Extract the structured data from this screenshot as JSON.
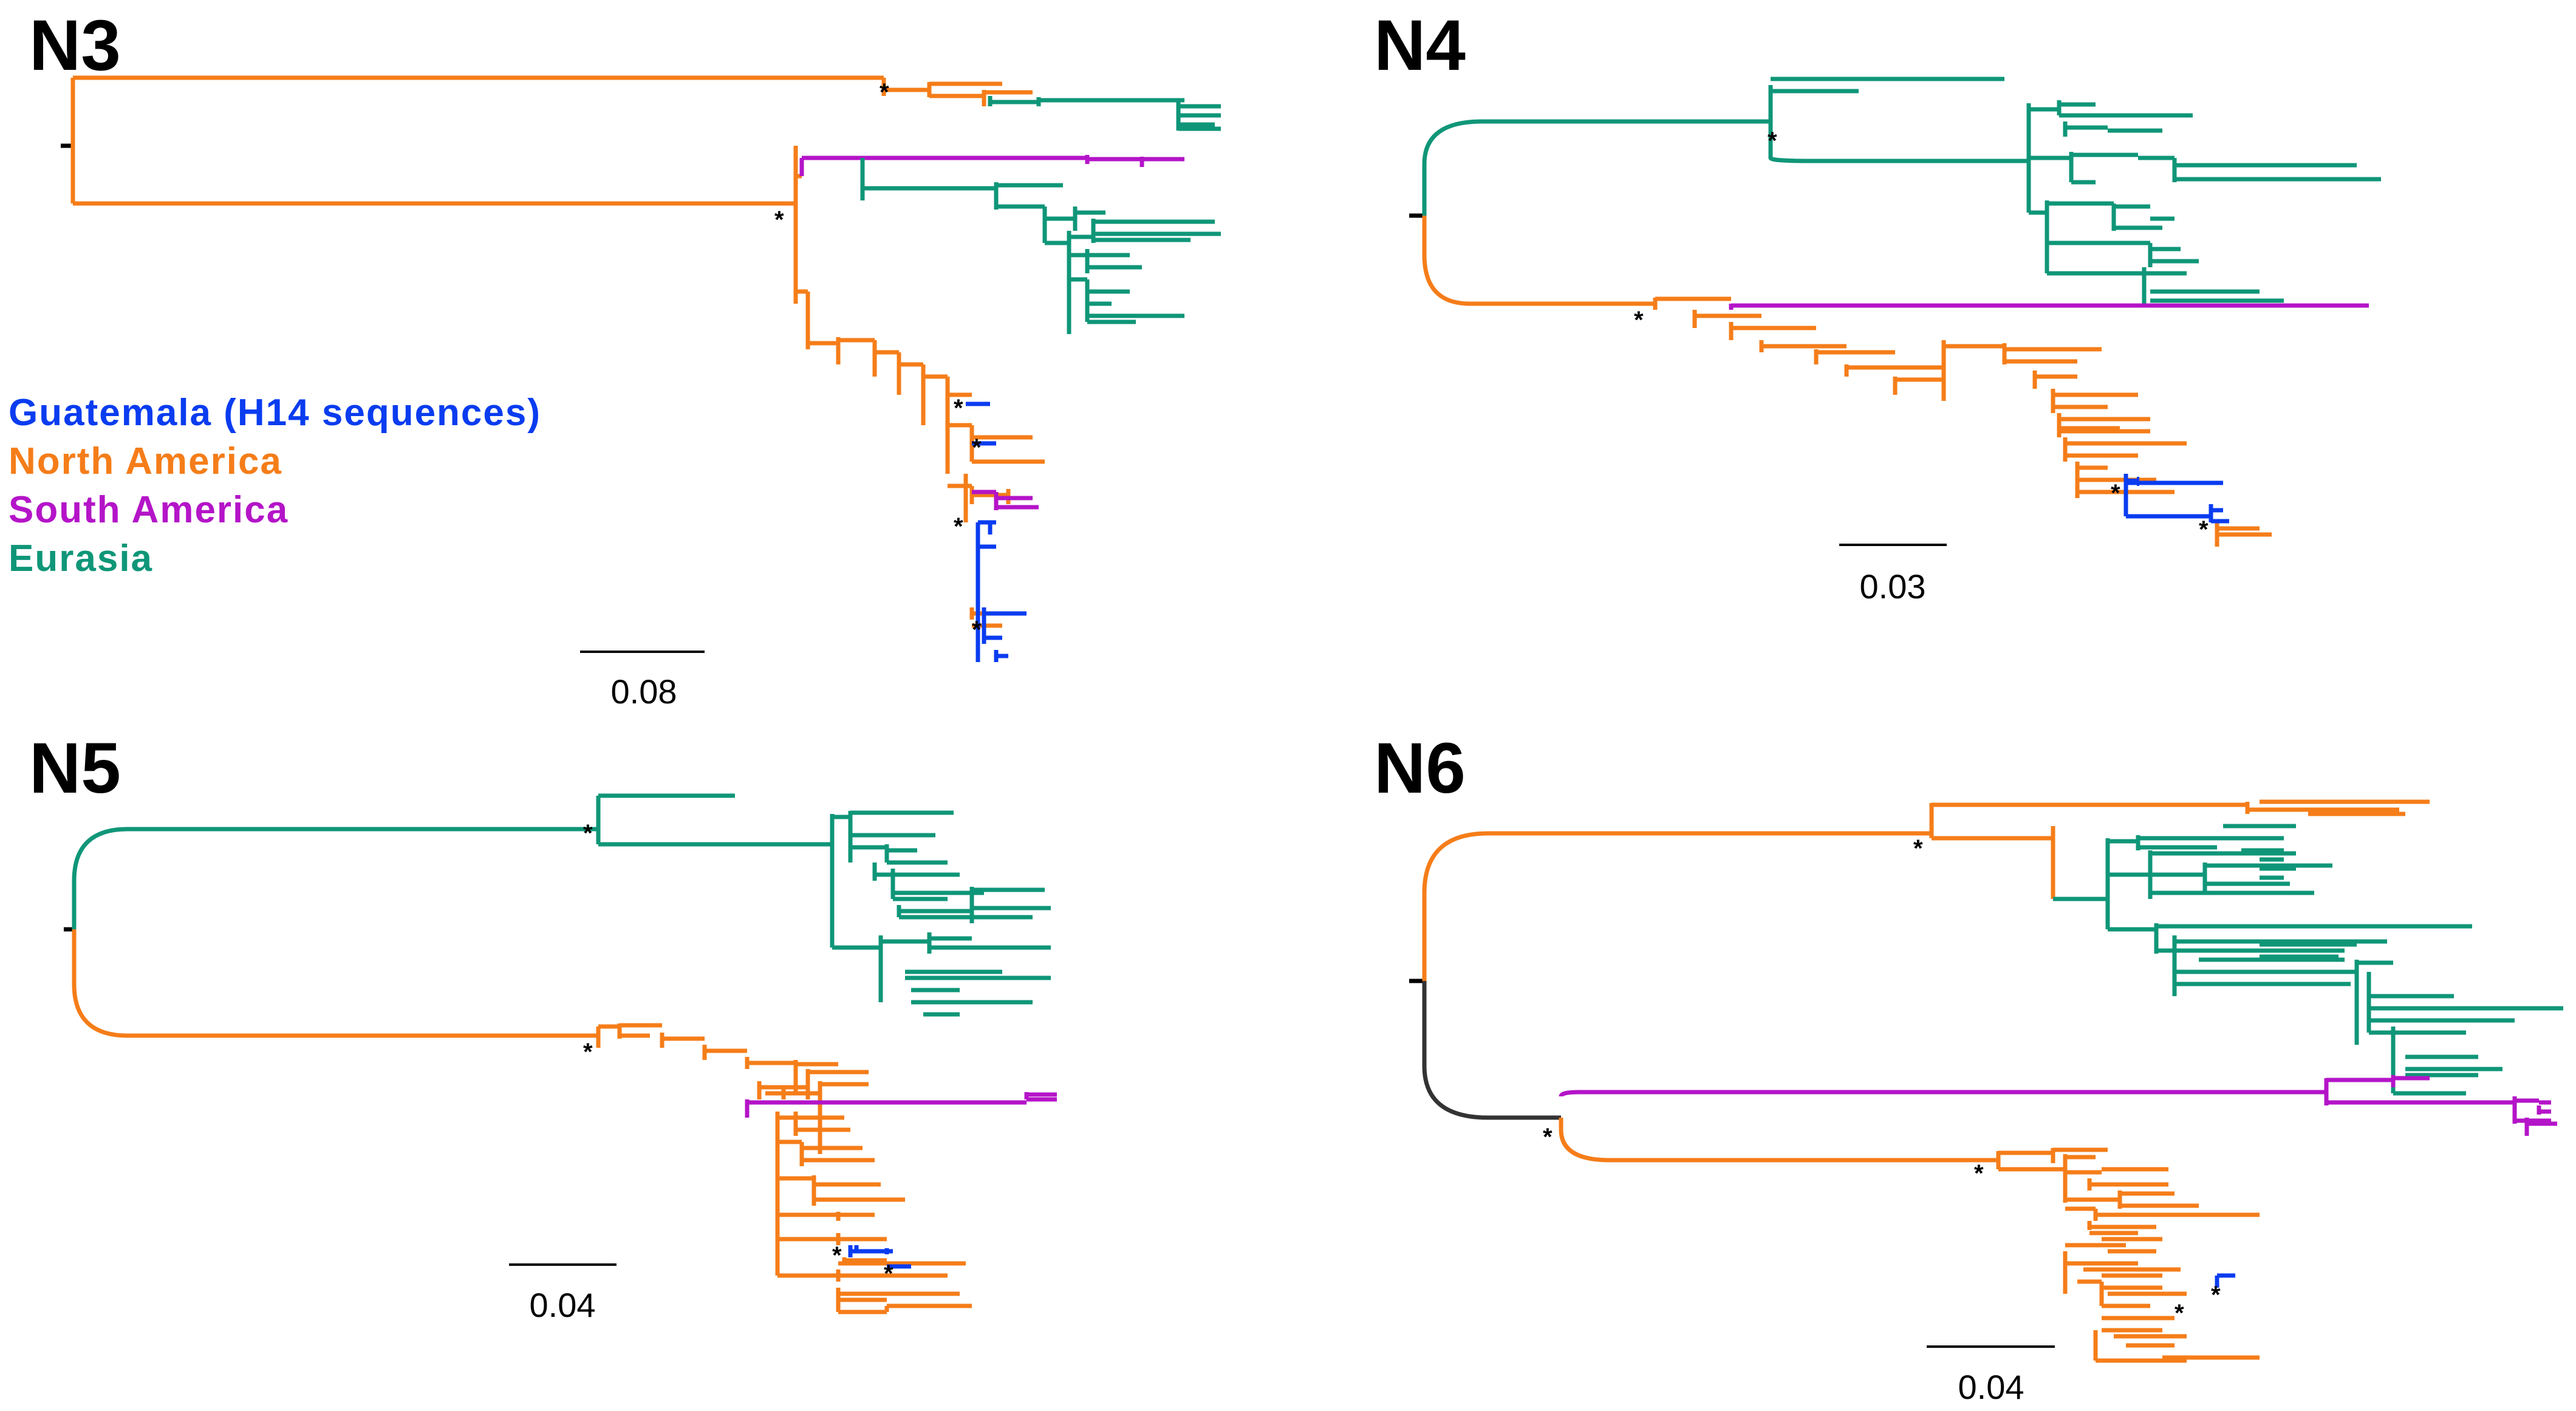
{
  "colors": {
    "guatemala": "#0a3cf0",
    "north_america": "#f57d19",
    "south_america": "#b414c8",
    "eurasia": "#0f9678",
    "root": "#333333",
    "ink": "#000000"
  },
  "legend": {
    "guatemala": "Guatemala (H14 sequences)",
    "north_america": "North America",
    "south_america": "South America",
    "eurasia": "Eurasia"
  },
  "panels": [
    {
      "id": "N3",
      "label": "N3",
      "scale_label": "0.08"
    },
    {
      "id": "N4",
      "label": "N4",
      "scale_label": "0.03"
    },
    {
      "id": "N5",
      "label": "N5",
      "scale_label": "0.04"
    },
    {
      "id": "N6",
      "label": "N6",
      "scale_label": "0.04"
    }
  ],
  "node_marker": "*"
}
